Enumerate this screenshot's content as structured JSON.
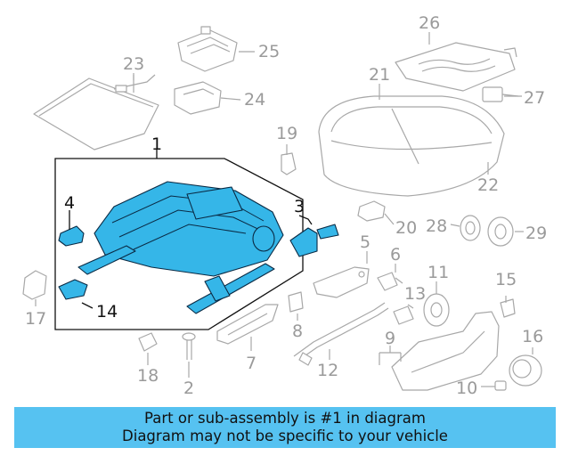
{
  "callouts": {
    "c1": "1",
    "c2": "2",
    "c3": "3",
    "c4": "4",
    "c5": "5",
    "c6": "6",
    "c7": "7",
    "c8": "8",
    "c9": "9",
    "c10": "10",
    "c11": "11",
    "c12": "12",
    "c13": "13",
    "c14": "14",
    "c15": "15",
    "c16": "16",
    "c17": "17",
    "c18": "18",
    "c19": "19",
    "c20": "20",
    "c21": "21",
    "c22": "22",
    "c23": "23",
    "c24": "24",
    "c25": "25",
    "c26": "26",
    "c27": "27",
    "c28": "28",
    "c29": "29"
  },
  "highlight": {
    "part_number": "1",
    "color": "#35b6e8"
  },
  "banner": {
    "line1": "Part or sub-assembly is #1 in diagram",
    "line2": "Diagram may not be specific to your vehicle",
    "background": "#56c2f1"
  }
}
